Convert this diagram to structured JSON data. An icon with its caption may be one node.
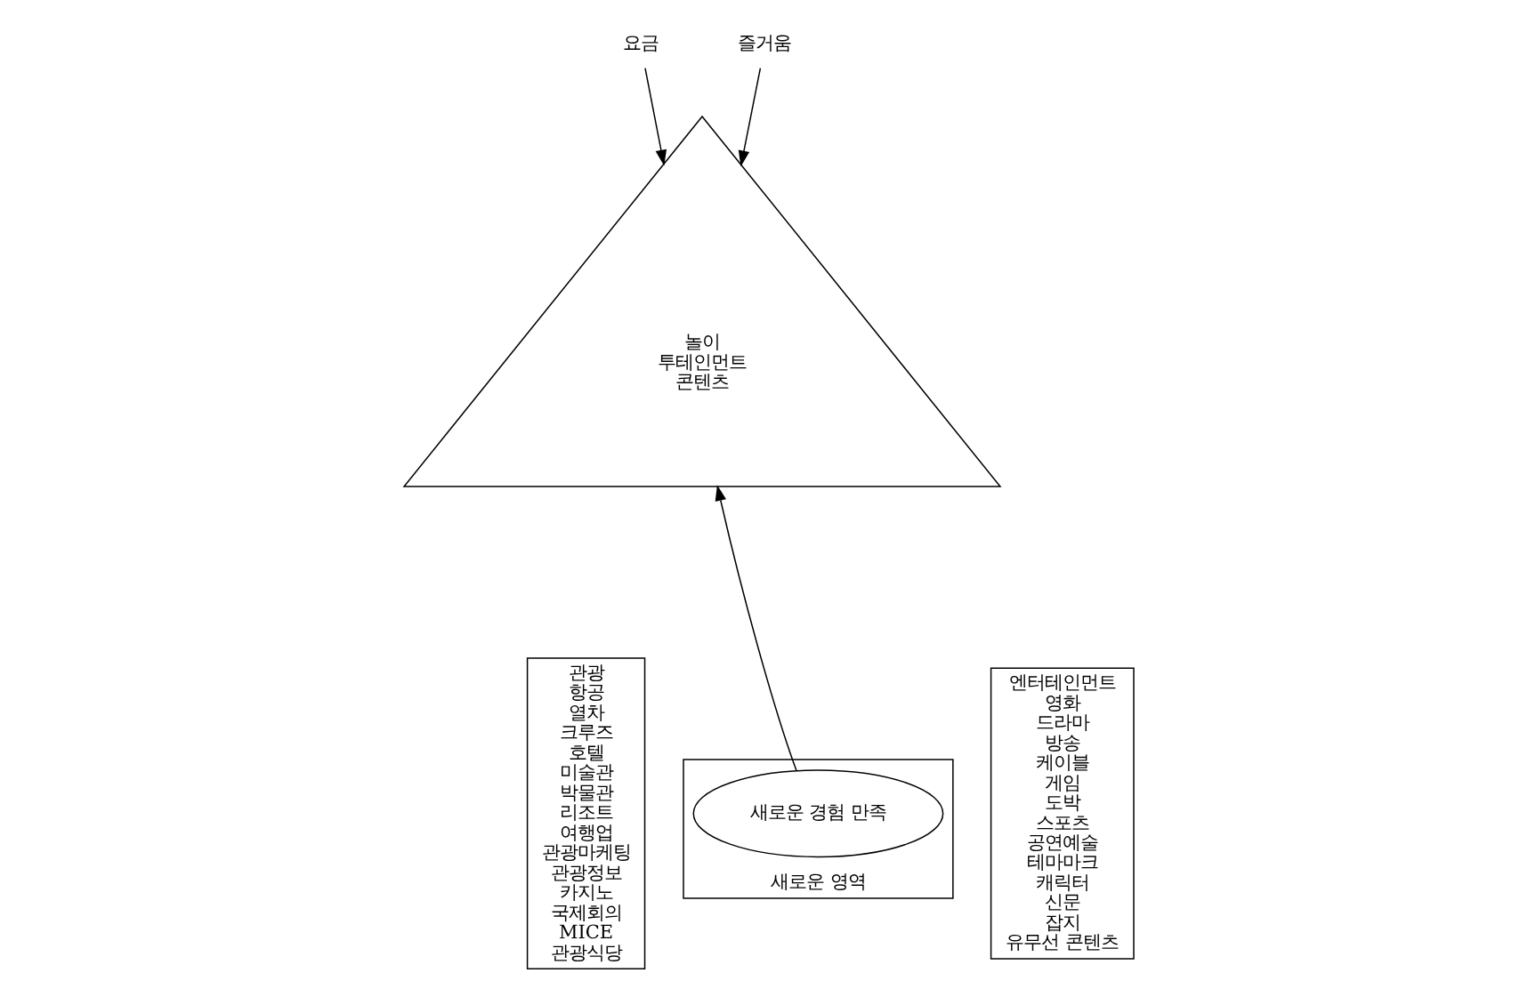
{
  "diagram": {
    "nodes": [
      {
        "text": [
          "놀이",
          "투테인먼트",
          "콘텐츠"
        ]
      },
      {
        "text": [
          "요금"
        ]
      },
      {
        "text": [
          "즐거움"
        ]
      },
      {
        "text": [
          "관광",
          "항공",
          "열차",
          "크루즈",
          "호텔",
          "미술관",
          "박물관",
          "리조트",
          "여행업",
          "관광마케팅",
          "관광정보",
          "카지노",
          "국제회의",
          "MICE",
          "관광식당"
        ]
      },
      {
        "text": [
          "새로운 영역"
        ]
      },
      {
        "text": [
          "새로운 경험 만족"
        ],
        "in": 4
      },
      {
        "text": [
          "엔터테인먼트",
          "영화",
          "드라마",
          "방송",
          "케이블",
          "게임",
          "도박",
          "스포츠",
          "공연예술",
          "테마마크",
          "캐릭터",
          "신문",
          "잡지",
          "유무선 콘텐츠"
        ]
      }
    ],
    "edges": [
      {
        "from": 1,
        "to": 0,
        "arrow": "to"
      },
      {
        "from": 2,
        "to": 0,
        "arrow": "to"
      },
      {
        "from": 5,
        "to": 0,
        "arrow": "to"
      }
    ]
  }
}
